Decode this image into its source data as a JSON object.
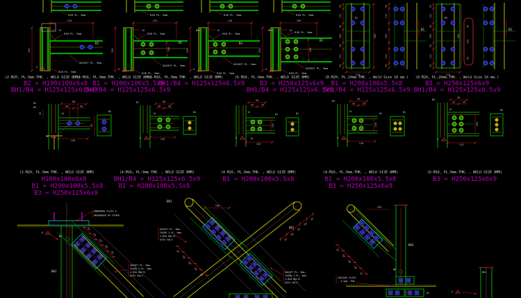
{
  "drawing": {
    "background": "#000000",
    "colors": {
      "dimension_red": "#c41414",
      "member_yellow": "#b8b800",
      "plate_green": "#00a800",
      "bolt_blue": "#2230c0",
      "bolt_green": "#18a018",
      "gusset_cyan": "#00c0c0",
      "note_white": "#d4d4d4",
      "size_magenta": "#bb00bb",
      "construction_gray": "#6f6f6f"
    },
    "shared": {
      "rib_label": "RIB PL. 9mm.",
      "gusset_label": "GUSSET PL. 9mm.",
      "weld_size": "8"
    },
    "row1": {
      "panels": [
        {
          "caption": "(2-M20, PL.9mm.THK. , WELD SIZE 8MM)",
          "size1": "B2 = H100x100x6x8",
          "size2": "BH1/B4 = H125x125x6.5x9",
          "member": "B2",
          "dim_top": "120",
          "dim_offset": "10",
          "dim_left": "250"
        },
        {
          "caption": "(4-M16, PL.9mm.THK. , WELD SIZE 8MM)",
          "size1": "B1 = H200x100x5.5x8",
          "size2": "BH1/B4 = H125x125x6.5x9",
          "member": "B1",
          "dim_top": "120",
          "dim_offset": "10",
          "dim_left": "250",
          "dim_depth": "150"
        },
        {
          "caption": "(4-M16, PL.9mm.THK. , WELD SIZE 8MM)",
          "size1": "BH1/B4 = H125x125x6.5x9",
          "member": "B4",
          "column": "BH1",
          "dim_top": "120",
          "dim_offset": "10",
          "dim_left": "250"
        },
        {
          "caption": "(6-M16, PL.9mm.THK. , WELD SIZE 8MM)",
          "size1": "B3 = H250x125x6x9",
          "size2": "BH1/B4 = H125x125x6.5x9",
          "member": "B3",
          "column": "BH1",
          "dim_top": "100",
          "dim_offset": "10",
          "dim_left": "250",
          "dim_depth": "200"
        },
        {
          "caption": "(8-M20, PL.20mm.THK. , Weld Size 10 mm.)",
          "size1": "B1 = H200x100x5.5x8",
          "size2": "BH1/B4 = H125x125x6.5x9",
          "member": "B1",
          "dim_chain": [
            "35",
            "111",
            "50",
            "100",
            "50",
            "111",
            "35"
          ],
          "dim_total": "492",
          "dim_width": "120"
        },
        {
          "caption": "(8-M20, PL.20mm.THK. , Weld Size 10 mm.)",
          "size1": "B3 = H250x125x6x9",
          "size2": "BH1/B4 = H125x125x6.5x9",
          "member": "B3",
          "dim_chain": [
            "35",
            "111",
            "50",
            "100",
            "50",
            "111",
            "35"
          ],
          "dim_total": "492",
          "dim_width": "125",
          "dim_mid": [
            "65",
            "120",
            "65"
          ]
        }
      ]
    },
    "row2": {
      "panels": [
        {
          "caption": "(2-M20, PL.9mm.THK. , WELD SIZE 8MM)",
          "size1": "H100x100x6x8",
          "size2": "B1 = H200x100x5.5x8",
          "size3": "B3 = H250x125x6x9",
          "labels": {
            "a": "B1",
            "b": "B3",
            "end": "B2"
          },
          "dim_top": "60",
          "dim_t1": "30",
          "dim_t2": "30",
          "dim_offset": "10",
          "dim_left": "30",
          "dim_bottom": "150",
          "dim_end": "60"
        },
        {
          "caption": "(4-M16, PL.9mm.THK. , WELD SIZE 8MM)",
          "size1": "BH1/B4 = H125x125x6.5x9",
          "size2": "B1 = H200x100x5.5x8",
          "labels": {
            "a": "B1",
            "end": "B4"
          },
          "dim_top": "60",
          "dim_t1": "30",
          "dim_t2": "30",
          "dim_offset": "10",
          "dim_bottom": "130"
        },
        {
          "caption": "(4-M16, PL.9mm.THK. , WELD SIZE 8MM)",
          "size1": "B1 = H200x100x5.5x8",
          "labels": {
            "a": "B1",
            "end": "B1"
          },
          "dim_top": "50",
          "dim_t1": "35",
          "dim_t2": "35",
          "dim_offset": "10",
          "dim_bottom": "130",
          "dim_depth": "150"
        },
        {
          "caption": "(4-M16, PL.9mm.THK. , WELD SIZE 8MM)",
          "size1": "B1 = H200x100x5.5x8",
          "size2": "B3 = H250x125x6x9",
          "labels": {
            "a": "B1",
            "b": "B3",
            "end": "B1"
          },
          "dim_top": "50",
          "dim_t1": "35",
          "dim_t2": "35",
          "dim_offset": "10",
          "dim_bottom": "130",
          "dim_depth": "150"
        },
        {
          "caption": "(6-M16, PL.9mm.THK. , WELD SIZE 8MM)",
          "size1": "B3 = H250x125x6x9",
          "labels": {
            "a": "B3",
            "end": "B3"
          },
          "dim_top": "50",
          "dim_t1": "25",
          "dim_t2": "25",
          "dim_offset": "10",
          "dim_bottom": "110",
          "dim_depth": "200"
        }
      ]
    },
    "row3": {
      "gusset_note": {
        "l1": "GUSSET PL. 9mm.",
        "l2": "COVER 2-PL. 9mm.",
        "l3": "4-M20 BOLTS",
        "l4": "A325 GALV."
      },
      "left": {
        "embedded1": "EMBEDDED PLATE &",
        "embedded2": "ANCHORAGE BY OTHER",
        "column": "BH1",
        "wp": "WP",
        "dims": [
          "25",
          "50",
          "50",
          "50",
          "25"
        ]
      },
      "middle": {
        "brace1": "BR1",
        "brace2": "BR1",
        "dim_top": "100",
        "dims": [
          "25",
          "50",
          "50",
          "50",
          "25"
        ]
      },
      "right": {
        "column": "BH1",
        "column2": "BH1",
        "wp": "WP",
        "checker1": "CHECKER PLATE",
        "checker2": "4.5mm. THK.",
        "beam_label": "B2",
        "dim_top": "100",
        "dims": [
          "25",
          "50",
          "50",
          "50",
          "25"
        ]
      }
    }
  }
}
